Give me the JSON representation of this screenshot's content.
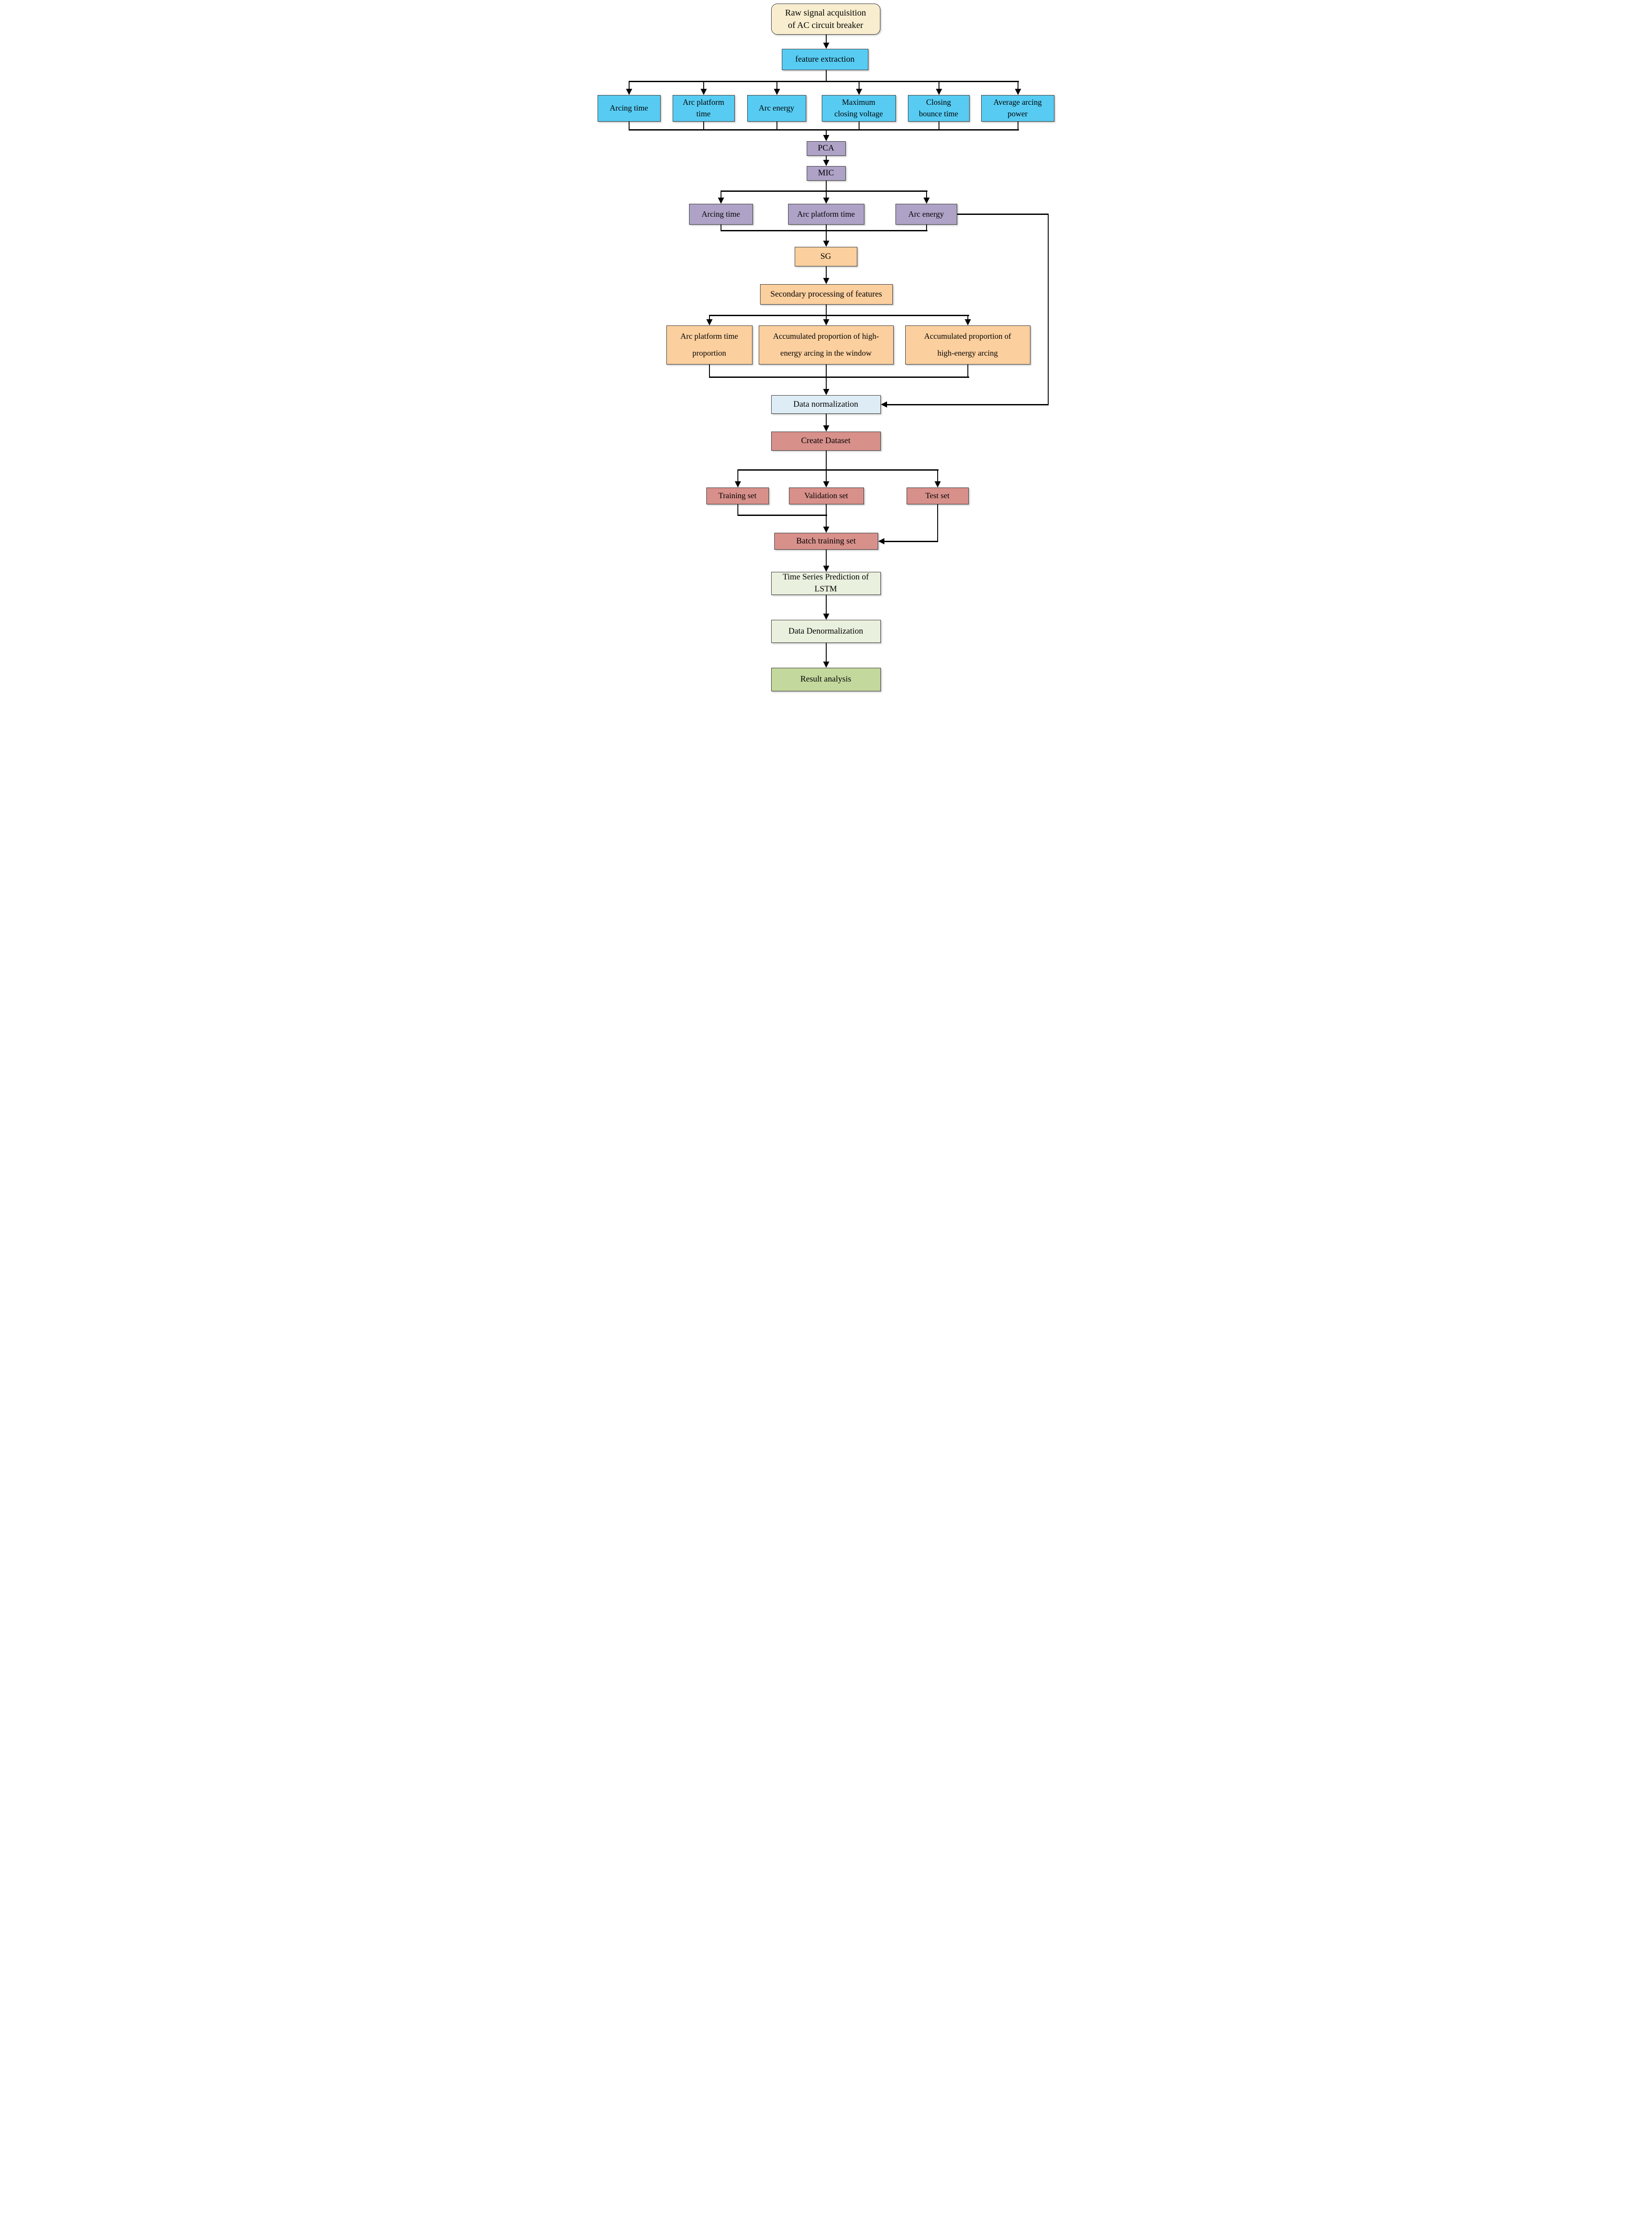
{
  "colors": {
    "cream": "#F8EECF",
    "blue": "#57CBF2",
    "purple": "#AEA2C6",
    "orange": "#FBCF9E",
    "pale_blue": "#DEEDF5",
    "salmon": "#D8908B",
    "pale_green": "#EAF0DE",
    "green": "#C3D89D",
    "line": "#000000",
    "border": "#333333"
  },
  "nodes": {
    "raw_signal": {
      "label": "Raw signal acquisition\nof AC circuit breaker"
    },
    "feature_extraction": {
      "label": "feature extraction"
    },
    "arcing_time": {
      "label": "Arcing time"
    },
    "arc_platform_time": {
      "label": "Arc platform\ntime"
    },
    "arc_energy": {
      "label": "Arc energy"
    },
    "max_closing_voltage": {
      "label": "Maximum\nclosing voltage"
    },
    "closing_bounce_time": {
      "label": "Closing\nbounce time"
    },
    "avg_arcing_power": {
      "label": "Average arcing\npower"
    },
    "pca": {
      "label": "PCA"
    },
    "mic": {
      "label": "MIC"
    },
    "arcing_time2": {
      "label": "Arcing time"
    },
    "arc_platform_time2": {
      "label": "Arc platform time"
    },
    "arc_energy2": {
      "label": "Arc energy"
    },
    "sg": {
      "label": "SG"
    },
    "secondary_processing": {
      "label": "Secondary processing of features"
    },
    "arc_platform_prop": {
      "label": "Arc platform time\nproportion"
    },
    "accum_window": {
      "label": "Accumulated proportion of high-\nenergy arcing in the window"
    },
    "accum": {
      "label": "Accumulated proportion of\nhigh-energy arcing"
    },
    "data_normalization": {
      "label": "Data normalization"
    },
    "create_dataset": {
      "label": "Create Dataset"
    },
    "training_set": {
      "label": "Training set"
    },
    "validation_set": {
      "label": "Validation set"
    },
    "test_set": {
      "label": "Test set"
    },
    "batch_training_set": {
      "label": "Batch training set"
    },
    "lstm_prediction": {
      "label": "Time Series Prediction of\nLSTM"
    },
    "data_denormalization": {
      "label": "Data Denormalization"
    },
    "result_analysis": {
      "label": "Result analysis"
    }
  }
}
